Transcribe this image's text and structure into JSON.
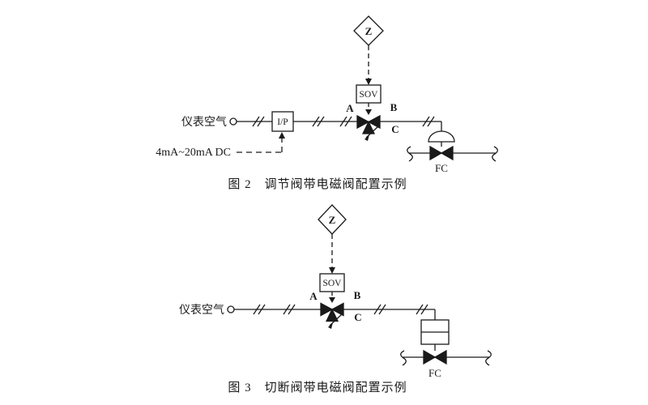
{
  "page": {
    "background": "#ffffff",
    "line_color": "#1a1a1a"
  },
  "figure2": {
    "caption": "图 2　调节阀带电磁阀配置示例",
    "labels": {
      "instrument_air": "仪表空气",
      "dc_signal": "4mA~20mA DC",
      "ip_converter": "I/P",
      "solenoid": "SOV",
      "interlock": "Z",
      "port_a": "A",
      "port_b": "B",
      "port_c": "C",
      "fail_close": "FC"
    }
  },
  "figure3": {
    "caption": "图 3　切断阀带电磁阀配置示例",
    "labels": {
      "instrument_air": "仪表空气",
      "solenoid": "SOV",
      "interlock": "Z",
      "port_a": "A",
      "port_b": "B",
      "port_c": "C",
      "fail_close": "FC"
    }
  }
}
